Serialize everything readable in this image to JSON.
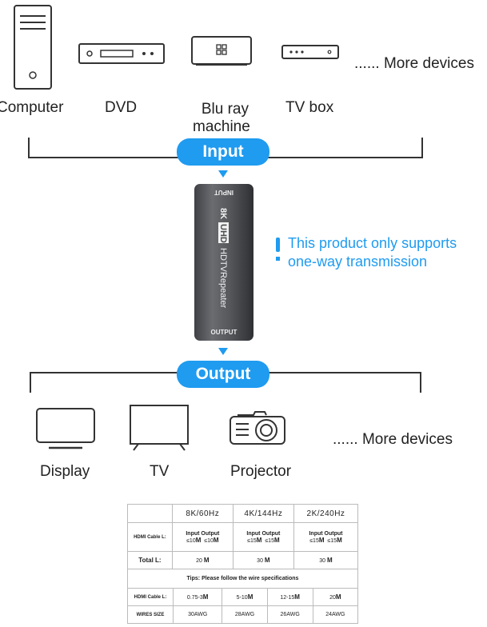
{
  "sources": {
    "devices": [
      {
        "label": "Computer",
        "icon": "computer-tower-icon"
      },
      {
        "label": "DVD",
        "icon": "dvd-player-icon"
      },
      {
        "label": "Blu ray\nmachine",
        "icon": "bluray-player-icon"
      },
      {
        "label": "TV box",
        "icon": "tv-box-icon"
      }
    ],
    "more": "...... More devices",
    "bluray_line1": "Blu ray",
    "bluray_line2": "machine"
  },
  "input_label": "Input",
  "device": {
    "top_text": "INPUT",
    "bottom_text": "OUTPUT",
    "brand_8k": "8K",
    "brand_uhd": "UHD",
    "brand_name": "HDTVRepeater"
  },
  "note": {
    "line1": "This product only supports",
    "line2": "one-way transmission"
  },
  "output_label": "Output",
  "outputs": {
    "devices": [
      {
        "label": "Display",
        "icon": "monitor-icon"
      },
      {
        "label": "TV",
        "icon": "tv-icon"
      },
      {
        "label": "Projector",
        "icon": "projector-icon"
      }
    ],
    "more": "...... More devices"
  },
  "spec_table": {
    "header": [
      "",
      "8K/60Hz",
      "4K/144Hz",
      "2K/240Hz"
    ],
    "cable_row": {
      "label": "HDMI Cable L:",
      "io": "Input Output",
      "cells": [
        "≤10M ≤10M",
        "≤15M ≤15M",
        "≤15M ≤15M"
      ],
      "c8k_a": "≤10",
      "c8k_b": "≤10",
      "c4k_a": "≤15",
      "c4k_b": "≤15",
      "c2k_a": "≤15",
      "c2k_b": "≤15",
      "unit": "M"
    },
    "total_row": {
      "label": "Total  L:",
      "values": [
        "20",
        "30",
        "30"
      ],
      "unit": "M"
    },
    "tips": "Tips: Please follow the wire specifications",
    "wire_cable_row": {
      "label": "HDMI Cable L:",
      "values": [
        "0.75-3",
        "5-10",
        "12-15",
        "20"
      ],
      "unit": "M"
    },
    "wire_size_row": {
      "label": "WIRES SIZE",
      "values": [
        "30AWG",
        "28AWG",
        "26AWG",
        "24AWG"
      ]
    }
  },
  "colors": {
    "accent": "#1f9bf0",
    "device_body": "#4a4c50",
    "line": "#333333"
  }
}
